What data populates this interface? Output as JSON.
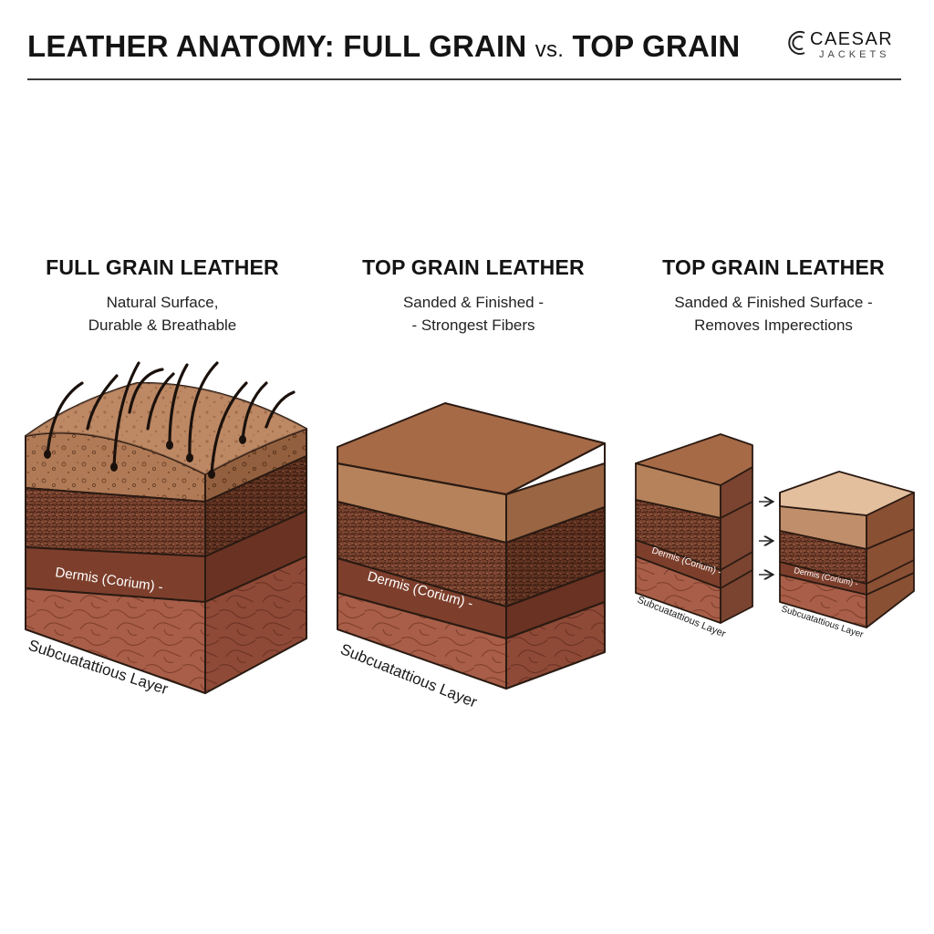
{
  "header": {
    "title_part1": "LEATHER ANATOMY: FULL GRAIN ",
    "title_vs": "vs.",
    "title_part2": " TOP GRAIN",
    "logo_name": "CAESAR",
    "logo_sub": "JACKETS"
  },
  "panels": [
    {
      "title": "FULL GRAIN LEATHER",
      "desc_line1": "Natural Surface,",
      "desc_line2": "Durable & Breathable",
      "dermis_label": "Dermis (Corium) -",
      "sub_label": "Subcuatattious Layer"
    },
    {
      "title": "TOP GRAIN LEATHER",
      "desc_line1": "Sanded & Finished -",
      "desc_line2": "- Strongest Fibers",
      "dermis_label": "Dermis (Corium) -",
      "sub_label": "Subcuatattious Layer"
    },
    {
      "title": "TOP GRAIN LEATHER",
      "desc_line1": "Sanded & Finished Surface -",
      "desc_line2": "Removes Imperections",
      "dermis_label_a": "Dermis (Corium) -",
      "sub_label_a": "Subcuatattious Layer",
      "dermis_label_b": "Dermis (Corium) -",
      "sub_label_b": "Subcuatattious Layer"
    }
  ],
  "colors": {
    "grain_top": "#b8805c",
    "grain_side": "#9c6a48",
    "fiber": "#6b3b28",
    "dermis_band": "#7a3d2b",
    "subcutaneous": "#a45c47",
    "outline": "#2a1a12"
  }
}
